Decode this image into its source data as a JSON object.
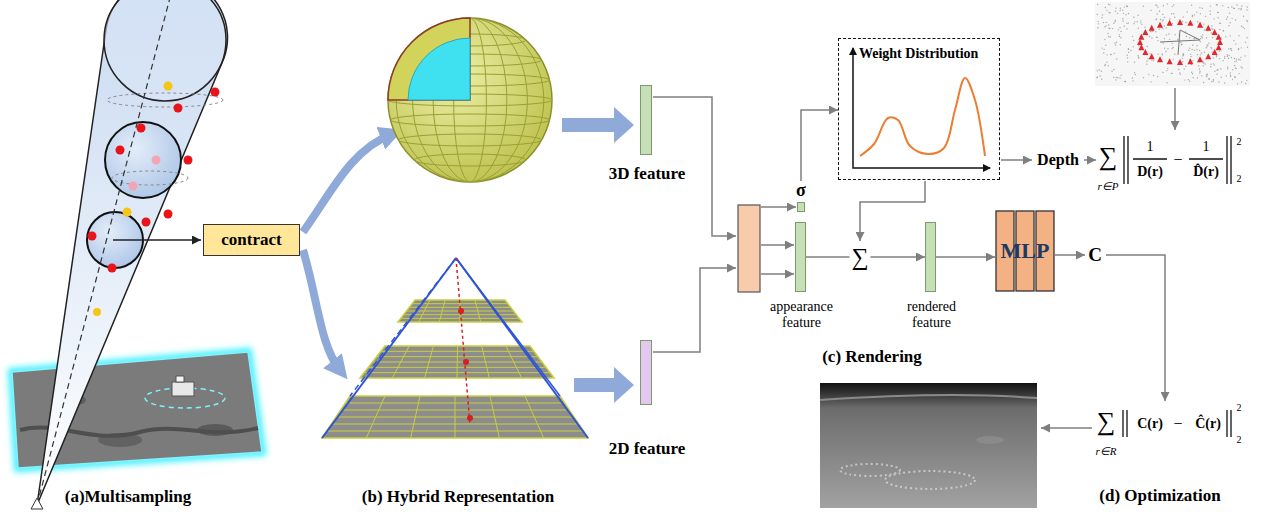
{
  "diagram": {
    "nodes": [
      {
        "text": [
          "contract"
        ]
      },
      {
        "text": [
          "3D feature"
        ]
      },
      {
        "text": [
          "2D feature"
        ]
      },
      {
        "text": [
          "Weight Distribution"
        ]
      },
      {
        "text": [
          "σ"
        ]
      },
      {
        "text": [
          "appearance feature"
        ]
      },
      {
        "text": [
          "rendered feature"
        ]
      },
      {
        "text": [
          "MLP"
        ]
      }
    ],
    "edges": [
      {
        "from": 4,
        "to": 3,
        "arrow": "to"
      },
      {
        "from": 5,
        "to": 6,
        "arrow": "to",
        "label": "∑"
      },
      {
        "from": 6,
        "to": 7,
        "arrow": "to"
      }
    ],
    "labels": [
      "(a)Multisampling",
      "(b) Hybrid Representation",
      "Depth",
      "∑",
      "r∈P",
      "1",
      "D(r)",
      "−",
      "1",
      "D̂(r)",
      "2",
      "2",
      "(c) Rendering",
      "C",
      "∑",
      "r∈R",
      "C(r)",
      "−",
      "Ĉ(r)",
      "2",
      "2",
      "(d) Optimization"
    ]
  }
}
